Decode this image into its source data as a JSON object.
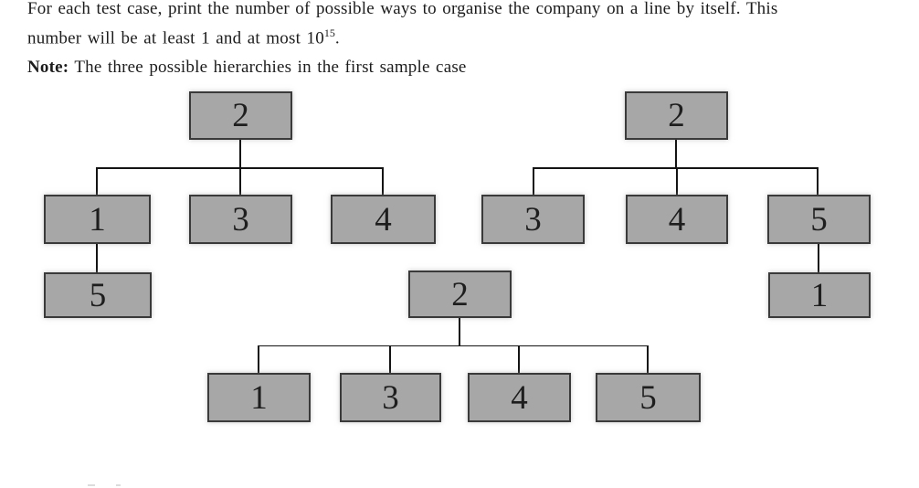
{
  "document": {
    "paragraph_line1": "For each test case, print the number of possible ways to organise the company on a line by itself. This",
    "paragraph_line2_pre": "number will be at least 1 and at most 10",
    "paragraph_line2_sup": "15",
    "paragraph_line2_post": ".",
    "note_label": "Note:",
    "note_text": "The three possible hierarchies in the first sample case"
  },
  "diagram": {
    "type": "org-chart-trees",
    "description": "Three possible company hierarchies for the first sample case",
    "box_fill": "#a7a7a7",
    "box_border": "#3a3a3a",
    "line_color": "#141414",
    "trees": [
      {
        "root": "2",
        "children": [
          "1",
          "3",
          "4"
        ],
        "grandchildren": [
          {
            "parent": "1",
            "child": "5"
          }
        ]
      },
      {
        "root": "2",
        "children": [
          "3",
          "4",
          "5"
        ],
        "grandchildren": [
          {
            "parent": "5",
            "child": "1"
          }
        ]
      },
      {
        "root": "2",
        "children": [
          "1",
          "3",
          "4",
          "5"
        ],
        "grandchildren": []
      }
    ],
    "nodes": {
      "t1r": "2",
      "t1a": "1",
      "t1b": "3",
      "t1c": "4",
      "t1d": "5",
      "t2r": "2",
      "t2a": "3",
      "t2b": "4",
      "t2c": "5",
      "t2d": "1",
      "t3r": "2",
      "t3a": "1",
      "t3b": "3",
      "t3c": "4",
      "t3d": "5"
    }
  }
}
